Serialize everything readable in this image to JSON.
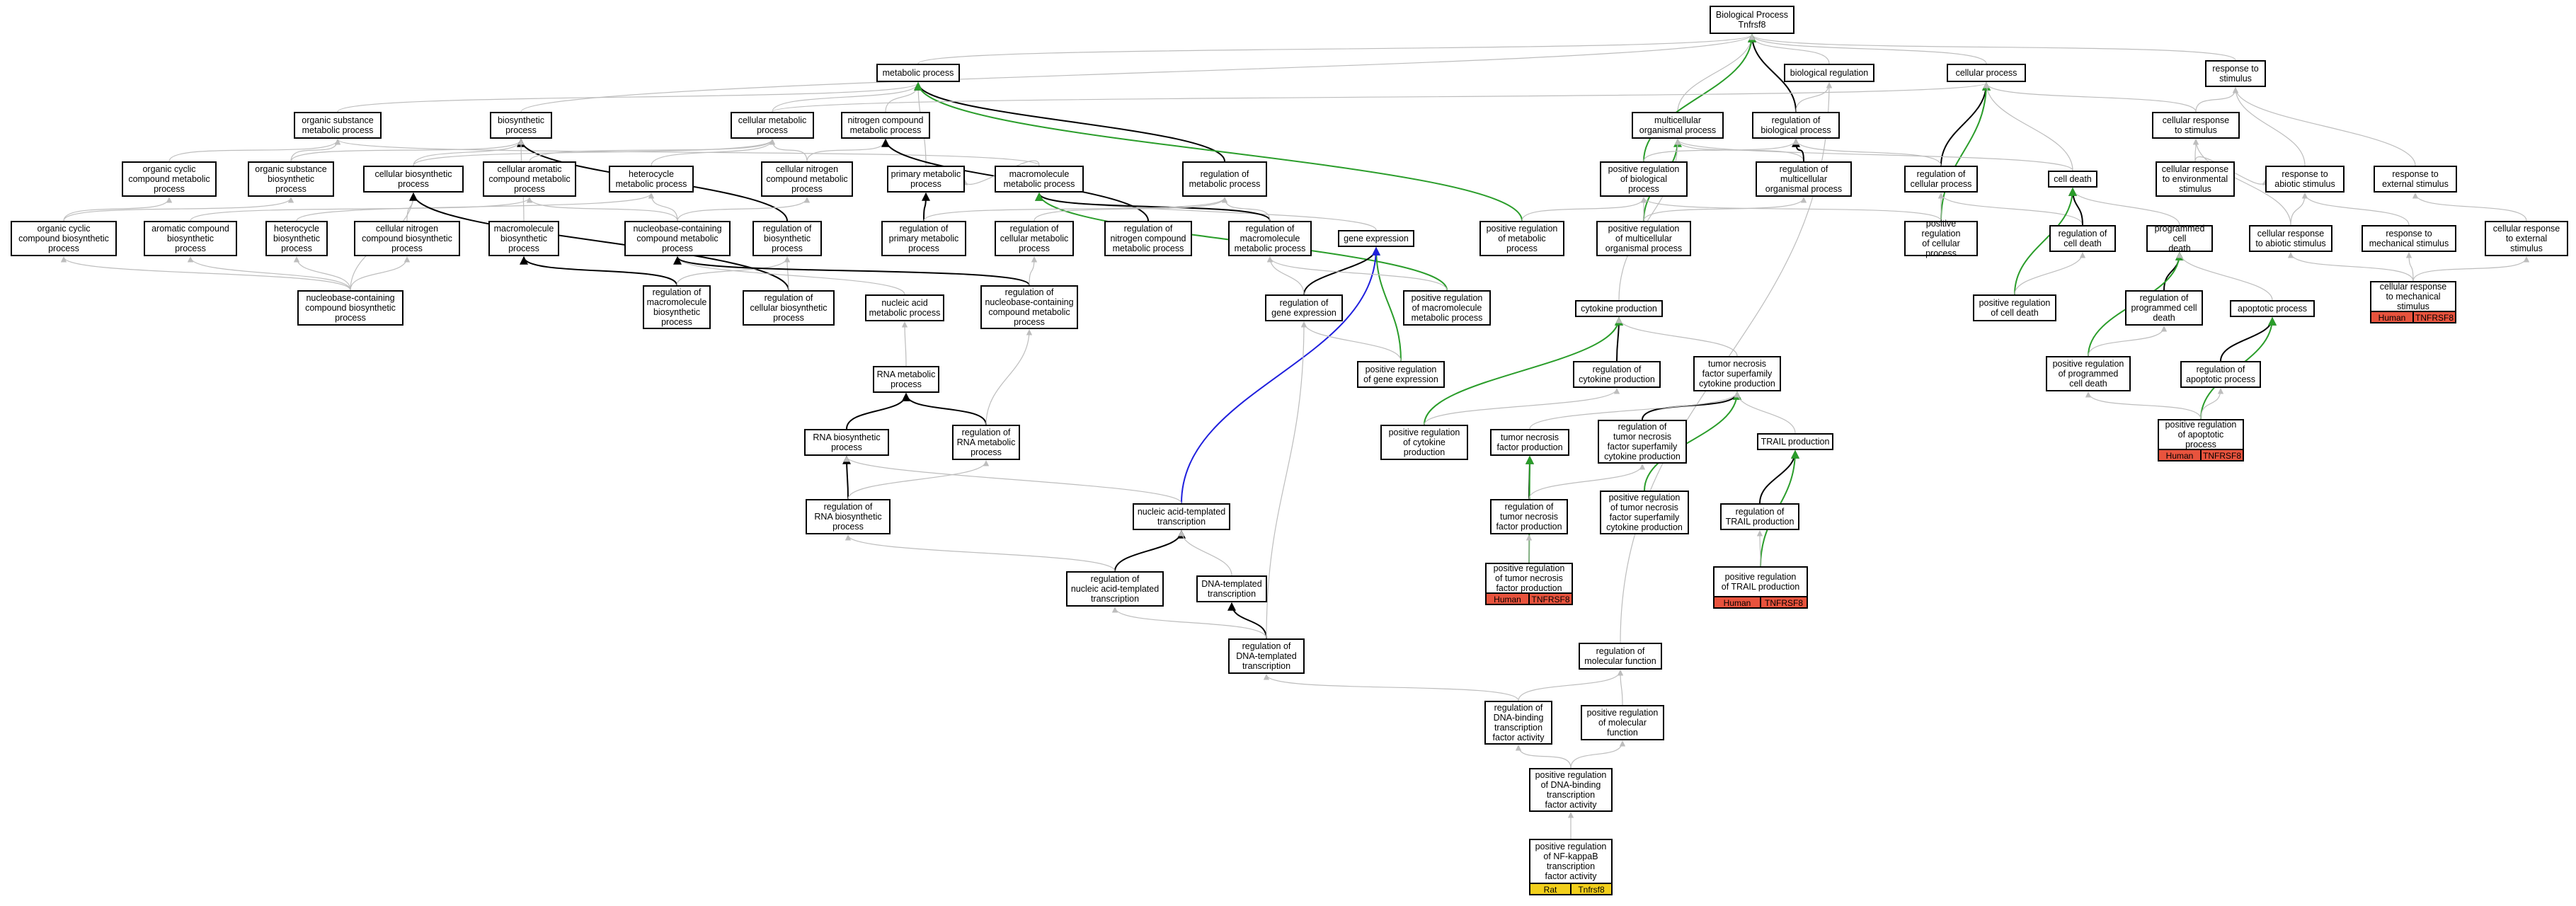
{
  "colors": {
    "edge_default": "#bdbdbd",
    "edge_strong": "#000000",
    "edge_positive": "#2a9d2a",
    "edge_regulates": "#1f1fdd",
    "tag_human": "#e8533d",
    "tag_rat": "#f2cf1b"
  },
  "nodes": [
    {
      "id": "bp",
      "label": "Biological Process\nTnfrsf8"
    },
    {
      "id": "mp",
      "label": "metabolic process"
    },
    {
      "id": "bio_reg",
      "label": "biological regulation"
    },
    {
      "id": "cp",
      "label": "cellular process"
    },
    {
      "id": "rts",
      "label": "response to\nstimulus"
    },
    {
      "id": "osmp",
      "label": "organic substance\nmetabolic process"
    },
    {
      "id": "biosp",
      "label": "biosynthetic\nprocess"
    },
    {
      "id": "cmp",
      "label": "cellular metabolic\nprocess"
    },
    {
      "id": "ncmp",
      "label": "nitrogen compound\nmetabolic process"
    },
    {
      "id": "multi",
      "label": "multicellular\norganismal process"
    },
    {
      "id": "rbp",
      "label": "regulation of\nbiological process"
    },
    {
      "id": "crs",
      "label": "cellular response\nto stimulus"
    },
    {
      "id": "occmp",
      "label": "organic cyclic\ncompound metabolic\nprocess"
    },
    {
      "id": "osbp",
      "label": "organic substance\nbiosynthetic\nprocess"
    },
    {
      "id": "cbp",
      "label": "cellular biosynthetic\nprocess"
    },
    {
      "id": "camp",
      "label": "cellular aromatic\ncompound metabolic\nprocess"
    },
    {
      "id": "hmp",
      "label": "heterocycle\nmetabolic process"
    },
    {
      "id": "cncmp",
      "label": "cellular nitrogen\ncompound metabolic\nprocess"
    },
    {
      "id": "pmp",
      "label": "primary metabolic\nprocess"
    },
    {
      "id": "mmp",
      "label": "macromolecule\nmetabolic process"
    },
    {
      "id": "rmp",
      "label": "regulation of\nmetabolic process"
    },
    {
      "id": "prbp",
      "label": "positive regulation\nof biological\nprocess"
    },
    {
      "id": "rmop",
      "label": "regulation of\nmulticellular\norganismal process"
    },
    {
      "id": "rcp",
      "label": "regulation of\ncellular process"
    },
    {
      "id": "cd",
      "label": "cell death"
    },
    {
      "id": "crest",
      "label": "cellular response\nto environmental\nstimulus"
    },
    {
      "id": "ras",
      "label": "response to\nabiotic stimulus"
    },
    {
      "id": "res",
      "label": "response to\nexternal stimulus"
    },
    {
      "id": "occbp",
      "label": "organic cyclic\ncompound biosynthetic\nprocess"
    },
    {
      "id": "acbp",
      "label": "aromatic compound\nbiosynthetic\nprocess"
    },
    {
      "id": "hbp",
      "label": "heterocycle\nbiosynthetic\nprocess"
    },
    {
      "id": "cncbp",
      "label": "cellular nitrogen\ncompound biosynthetic\nprocess"
    },
    {
      "id": "macbp",
      "label": "macromolecule\nbiosynthetic\nprocess"
    },
    {
      "id": "nccmp",
      "label": "nucleobase-containing\ncompound metabolic\nprocess"
    },
    {
      "id": "rbiop",
      "label": "regulation of\nbiosynthetic\nprocess"
    },
    {
      "id": "rpmp",
      "label": "regulation of\nprimary metabolic\nprocess"
    },
    {
      "id": "rcmp",
      "label": "regulation of\ncellular metabolic\nprocess"
    },
    {
      "id": "rncmp",
      "label": "regulation of\nnitrogen compound\nmetabolic process"
    },
    {
      "id": "rmmp",
      "label": "regulation of\nmacromolecule\nmetabolic process"
    },
    {
      "id": "ge",
      "label": "gene expression"
    },
    {
      "id": "prmp",
      "label": "positive regulation\nof metabolic\nprocess"
    },
    {
      "id": "prmop",
      "label": "positive regulation\nof multicellular\norganismal process"
    },
    {
      "id": "prcp",
      "label": "positive regulation\nof cellular\nprocess"
    },
    {
      "id": "rcd",
      "label": "regulation of\ncell death"
    },
    {
      "id": "pcd",
      "label": "programmed cell\ndeath"
    },
    {
      "id": "crabs",
      "label": "cellular response\nto abiotic stimulus"
    },
    {
      "id": "rms",
      "label": "response to\nmechanical stimulus"
    },
    {
      "id": "cres",
      "label": "cellular response\nto external\nstimulus"
    },
    {
      "id": "nccbp",
      "label": "nucleobase-containing\ncompound biosynthetic\nprocess"
    },
    {
      "id": "rmacbp",
      "label": "regulation of\nmacromolecule\nbiosynthetic\nprocess"
    },
    {
      "id": "rcbp",
      "label": "regulation of\ncellular biosynthetic\nprocess"
    },
    {
      "id": "namp",
      "label": "nucleic acid\nmetabolic process"
    },
    {
      "id": "rnccmp",
      "label": "regulation of\nnucleobase-containing\ncompound metabolic\nprocess"
    },
    {
      "id": "rge",
      "label": "regulation of\ngene expression"
    },
    {
      "id": "prmmp",
      "label": "positive regulation\nof macromolecule\nmetabolic process"
    },
    {
      "id": "cytp",
      "label": "cytokine production"
    },
    {
      "id": "prcd",
      "label": "positive regulation\nof cell death"
    },
    {
      "id": "rpcd",
      "label": "regulation of\nprogrammed cell\ndeath"
    },
    {
      "id": "ap",
      "label": "apoptotic process"
    },
    {
      "id": "crms",
      "label": "cellular response\nto mechanical\nstimulus",
      "tags": [
        {
          "text": "Human",
          "color": "#e8533d"
        },
        {
          "text": "TNFRSF8",
          "color": "#e8533d"
        }
      ]
    },
    {
      "id": "rnamp",
      "label": "RNA metabolic\nprocess"
    },
    {
      "id": "prge",
      "label": "positive regulation\nof gene expression"
    },
    {
      "id": "rcytp",
      "label": "regulation of\ncytokine production"
    },
    {
      "id": "tnfsfcp",
      "label": "tumor necrosis\nfactor superfamily\ncytokine production"
    },
    {
      "id": "prpcd",
      "label": "positive regulation\nof programmed\ncell death"
    },
    {
      "id": "rap",
      "label": "regulation of\napoptotic process"
    },
    {
      "id": "rnabp",
      "label": "RNA biosynthetic\nprocess"
    },
    {
      "id": "rrnamp",
      "label": "regulation of\nRNA metabolic\nprocess"
    },
    {
      "id": "prcytp",
      "label": "positive regulation\nof cytokine\nproduction"
    },
    {
      "id": "tnfp",
      "label": "tumor necrosis\nfactor production"
    },
    {
      "id": "rtnfsfcp",
      "label": "regulation of\ntumor necrosis\nfactor superfamily\ncytokine production"
    },
    {
      "id": "trailp",
      "label": "TRAIL production"
    },
    {
      "id": "prap",
      "label": "positive regulation\nof apoptotic\nprocess",
      "tags": [
        {
          "text": "Human",
          "color": "#e8533d"
        },
        {
          "text": "TNFRSF8",
          "color": "#e8533d"
        }
      ]
    },
    {
      "id": "rrnabp",
      "label": "regulation of\nRNA biosynthetic\nprocess"
    },
    {
      "id": "natt",
      "label": "nucleic acid-templated\ntranscription"
    },
    {
      "id": "rtnfp",
      "label": "regulation of\ntumor necrosis\nfactor production"
    },
    {
      "id": "prtnfsfcp",
      "label": "positive regulation\nof tumor necrosis\nfactor superfamily\ncytokine production"
    },
    {
      "id": "rtrailp",
      "label": "regulation of\nTRAIL production"
    },
    {
      "id": "rnatt",
      "label": "regulation of\nnucleic acid-templated\ntranscription"
    },
    {
      "id": "dtt",
      "label": "DNA-templated\ntranscription"
    },
    {
      "id": "prtnfp",
      "label": "positive regulation\nof tumor necrosis\nfactor production",
      "tags": [
        {
          "text": "Human",
          "color": "#e8533d"
        },
        {
          "text": "TNFRSF8",
          "color": "#e8533d"
        }
      ]
    },
    {
      "id": "prtrailp",
      "label": "positive regulation\nof TRAIL production",
      "tags": [
        {
          "text": "Human",
          "color": "#e8533d"
        },
        {
          "text": "TNFRSF8",
          "color": "#e8533d"
        }
      ]
    },
    {
      "id": "rdtt",
      "label": "regulation of\nDNA-templated\ntranscription"
    },
    {
      "id": "rmf",
      "label": "regulation of\nmolecular function"
    },
    {
      "id": "rdbtfa",
      "label": "regulation of\nDNA-binding\ntranscription\nfactor activity"
    },
    {
      "id": "prmf",
      "label": "positive regulation\nof molecular\nfunction"
    },
    {
      "id": "prdbtfa",
      "label": "positive regulation\nof DNA-binding\ntranscription\nfactor activity"
    },
    {
      "id": "prnfkb",
      "label": "positive regulation\nof NF-kappaB\ntranscription\nfactor activity",
      "tags": [
        {
          "text": "Rat",
          "color": "#f2cf1b"
        },
        {
          "text": "Tnfrsf8",
          "color": "#f2cf1b"
        }
      ]
    }
  ],
  "edges": [
    [
      "mp",
      "bp",
      "default"
    ],
    [
      "bio_reg",
      "bp",
      "default"
    ],
    [
      "cp",
      "bp",
      "default"
    ],
    [
      "rts",
      "bp",
      "default"
    ],
    [
      "multi",
      "bp",
      "default"
    ],
    [
      "rbp",
      "bp",
      "strong"
    ],
    [
      "prbp",
      "bp",
      "positive"
    ],
    [
      "osmp",
      "mp",
      "default"
    ],
    [
      "cmp",
      "mp",
      "default"
    ],
    [
      "ncmp",
      "mp",
      "default"
    ],
    [
      "pmp",
      "mp",
      "default"
    ],
    [
      "rmp",
      "mp",
      "strong"
    ],
    [
      "prmp",
      "mp",
      "positive"
    ],
    [
      "biosp",
      "bp",
      "default"
    ],
    [
      "rbp",
      "bio_reg",
      "default"
    ],
    [
      "rmf",
      "bio_reg",
      "default"
    ],
    [
      "rcp",
      "cp",
      "strong"
    ],
    [
      "prcp",
      "cp",
      "positive"
    ],
    [
      "cd",
      "cp",
      "default"
    ],
    [
      "crs",
      "cp",
      "default"
    ],
    [
      "cmp",
      "cp",
      "default"
    ],
    [
      "crs",
      "rts",
      "default"
    ],
    [
      "ras",
      "rts",
      "default"
    ],
    [
      "res",
      "rts",
      "default"
    ],
    [
      "occmp",
      "osmp",
      "default"
    ],
    [
      "osbp",
      "osmp",
      "default"
    ],
    [
      "mmp",
      "osmp",
      "default"
    ],
    [
      "osbp",
      "biosp",
      "default"
    ],
    [
      "cbp",
      "biosp",
      "default"
    ],
    [
      "rbiop",
      "biosp",
      "strong"
    ],
    [
      "cbp",
      "cmp",
      "default"
    ],
    [
      "camp",
      "cmp",
      "default"
    ],
    [
      "hmp",
      "cmp",
      "default"
    ],
    [
      "cncmp",
      "cmp",
      "default"
    ],
    [
      "cncmp",
      "ncmp",
      "default"
    ],
    [
      "rncmp",
      "ncmp",
      "strong"
    ],
    [
      "mmp",
      "pmp",
      "default"
    ],
    [
      "rmop",
      "multi",
      "default"
    ],
    [
      "prmop",
      "multi",
      "positive"
    ],
    [
      "cd",
      "multi",
      "default"
    ],
    [
      "rmop",
      "rbp",
      "strong"
    ],
    [
      "rcp",
      "rbp",
      "default"
    ],
    [
      "prbp",
      "rbp",
      "default"
    ],
    [
      "crest",
      "crs",
      "default"
    ],
    [
      "crabs",
      "crs",
      "default"
    ],
    [
      "occbp",
      "occmp",
      "default"
    ],
    [
      "occbp",
      "osbp",
      "default"
    ],
    [
      "cncbp",
      "cbp",
      "default"
    ],
    [
      "nccbp",
      "cbp",
      "default"
    ],
    [
      "nccmp",
      "camp",
      "default"
    ],
    [
      "nccmp",
      "hmp",
      "default"
    ],
    [
      "nccmp",
      "cncmp",
      "default"
    ],
    [
      "rpmp",
      "pmp",
      "strong"
    ],
    [
      "ge",
      "mmp",
      "default"
    ],
    [
      "rmmp",
      "mmp",
      "strong"
    ],
    [
      "prmmp",
      "mmp",
      "positive"
    ],
    [
      "rcmp",
      "rmp",
      "default"
    ],
    [
      "rmmp",
      "rmp",
      "default"
    ],
    [
      "rpmp",
      "rmp",
      "default"
    ],
    [
      "prmp",
      "prbp",
      "default"
    ],
    [
      "prcp",
      "prbp",
      "default"
    ],
    [
      "prmop",
      "prbp",
      "default"
    ],
    [
      "prmop",
      "rmop",
      "default"
    ],
    [
      "prcp",
      "rcp",
      "default"
    ],
    [
      "rcd",
      "rcp",
      "default"
    ],
    [
      "rcd",
      "cd",
      "strong"
    ],
    [
      "pcd",
      "cd",
      "default"
    ],
    [
      "prcd",
      "cd",
      "positive"
    ],
    [
      "crest",
      "ras",
      "default"
    ],
    [
      "crabs",
      "ras",
      "default"
    ],
    [
      "rms",
      "ras",
      "default"
    ],
    [
      "cres",
      "res",
      "default"
    ],
    [
      "crms",
      "rms",
      "default"
    ],
    [
      "crms",
      "crabs",
      "default"
    ],
    [
      "crms",
      "cres",
      "default"
    ],
    [
      "acbp",
      "camp",
      "default"
    ],
    [
      "hbp",
      "hmp",
      "default"
    ],
    [
      "nccbp",
      "occbp",
      "default"
    ],
    [
      "nccbp",
      "acbp",
      "default"
    ],
    [
      "nccbp",
      "hbp",
      "default"
    ],
    [
      "nccbp",
      "cncbp",
      "default"
    ],
    [
      "macbp",
      "biosp",
      "default"
    ],
    [
      "rmacbp",
      "macbp",
      "strong"
    ],
    [
      "rcbp",
      "cbp",
      "strong"
    ],
    [
      "rmacbp",
      "rbiop",
      "default"
    ],
    [
      "rcbp",
      "rbiop",
      "default"
    ],
    [
      "namp",
      "nccmp",
      "default"
    ],
    [
      "rnccmp",
      "nccmp",
      "strong"
    ],
    [
      "rnccmp",
      "rcmp",
      "default"
    ],
    [
      "rge",
      "ge",
      "strong"
    ],
    [
      "prge",
      "ge",
      "positive"
    ],
    [
      "natt",
      "ge",
      "regulates"
    ],
    [
      "prmmp",
      "rmmp",
      "default"
    ],
    [
      "rge",
      "rmmp",
      "default"
    ],
    [
      "cytp",
      "multi",
      "default"
    ],
    [
      "rcytp",
      "cytp",
      "strong"
    ],
    [
      "prcytp",
      "cytp",
      "positive"
    ],
    [
      "tnfsfcp",
      "cytp",
      "default"
    ],
    [
      "prcd",
      "rcd",
      "default"
    ],
    [
      "rpcd",
      "pcd",
      "strong"
    ],
    [
      "prpcd",
      "pcd",
      "positive"
    ],
    [
      "ap",
      "pcd",
      "default"
    ],
    [
      "rnamp",
      "namp",
      "default"
    ],
    [
      "rrnamp",
      "rnamp",
      "strong"
    ],
    [
      "rrnamp",
      "rnccmp",
      "default"
    ],
    [
      "prge",
      "rge",
      "default"
    ],
    [
      "prcytp",
      "rcytp",
      "default"
    ],
    [
      "rtnfsfcp",
      "tnfsfcp",
      "strong"
    ],
    [
      "prtnfsfcp",
      "tnfsfcp",
      "positive"
    ],
    [
      "prpcd",
      "rpcd",
      "default"
    ],
    [
      "rap",
      "ap",
      "strong"
    ],
    [
      "prap",
      "ap",
      "positive"
    ],
    [
      "prap",
      "rap",
      "default"
    ],
    [
      "prap",
      "prpcd",
      "default"
    ],
    [
      "rnabp",
      "rnamp",
      "strong"
    ],
    [
      "rrnabp",
      "rnabp",
      "strong"
    ],
    [
      "rrnabp",
      "rrnamp",
      "default"
    ],
    [
      "tnfp",
      "tnfsfcp",
      "default"
    ],
    [
      "rtnfp",
      "tnfp",
      "strong"
    ],
    [
      "prtnfp",
      "tnfp",
      "positive"
    ],
    [
      "prtnfp",
      "rtnfp",
      "default"
    ],
    [
      "rtnfp",
      "rtnfsfcp",
      "default"
    ],
    [
      "trailp",
      "tnfsfcp",
      "default"
    ],
    [
      "rtrailp",
      "trailp",
      "strong"
    ],
    [
      "prtrailp",
      "trailp",
      "positive"
    ],
    [
      "prtrailp",
      "rtrailp",
      "default"
    ],
    [
      "natt",
      "rnabp",
      "default"
    ],
    [
      "rnatt",
      "natt",
      "strong"
    ],
    [
      "rnatt",
      "rrnabp",
      "default"
    ],
    [
      "dtt",
      "natt",
      "default"
    ],
    [
      "rdtt",
      "dtt",
      "strong"
    ],
    [
      "rdtt",
      "rnatt",
      "default"
    ],
    [
      "rdtt",
      "rge",
      "default"
    ],
    [
      "rdbtfa",
      "rdtt",
      "default"
    ],
    [
      "rdbtfa",
      "rmf",
      "default"
    ],
    [
      "prmf",
      "rmf",
      "default"
    ],
    [
      "prdbtfa",
      "rdbtfa",
      "default"
    ],
    [
      "prdbtfa",
      "prmf",
      "default"
    ],
    [
      "prnfkb",
      "prdbtfa",
      "default"
    ]
  ]
}
